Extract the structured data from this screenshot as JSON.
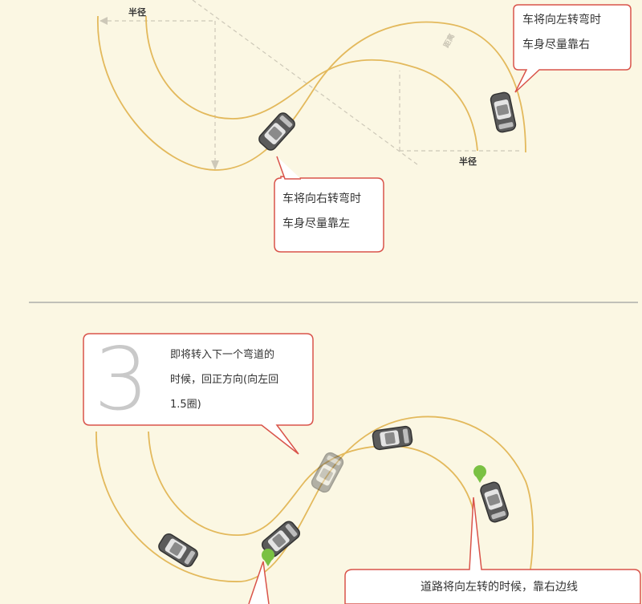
{
  "top_diagram": {
    "radius_label_left": "半径",
    "radius_label_right": "半径",
    "distance_label": "距离",
    "callout_left_turn": "车将向左转弯时\n车身尽量靠右",
    "callout_right_turn": "车将向右转弯时\n车身尽量靠左"
  },
  "bottom_diagram": {
    "step_number": "3",
    "callout_step": "即将转入下一个弯道的\n时候，回正方向(向左回\n1.5圈)",
    "callout_road_left": "道路将向左转的时候，靠右边线"
  },
  "colors": {
    "background": "#fbf7e3",
    "road_edge": "#e3b95c",
    "guide_line": "#c9c4b4",
    "callout_border": "#d9534a",
    "marker": "#7ac143",
    "car_body": "#5a5a5a"
  },
  "icons": [
    "car-icon",
    "green-marker-icon"
  ]
}
